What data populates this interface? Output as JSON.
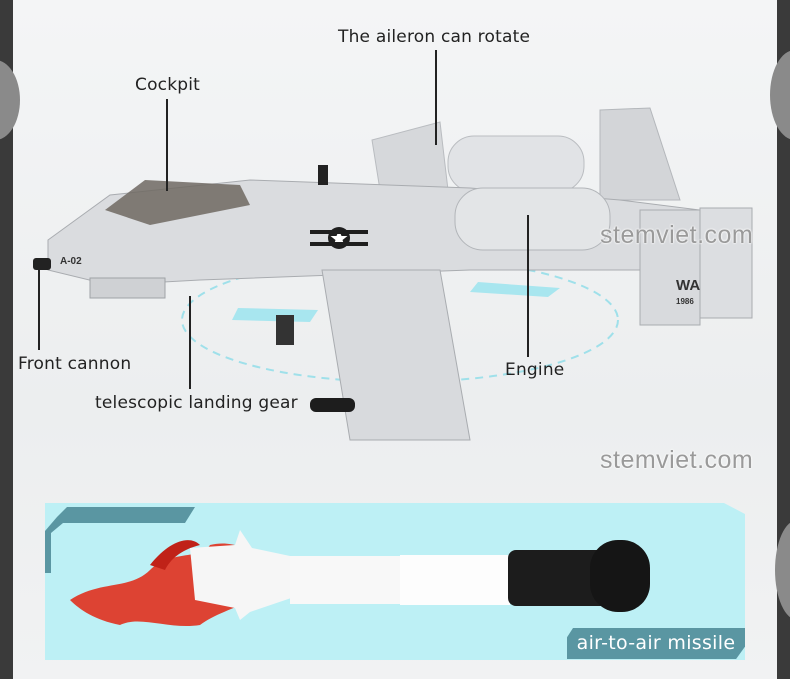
{
  "callouts": {
    "aileron": "The aileron can rotate",
    "cockpit": "Cockpit",
    "front_cannon": "Front cannon",
    "landing_gear": "telescopic landing gear",
    "engine": "Engine"
  },
  "plane_markings": {
    "nose_code": "A-02",
    "tail_code": "WA",
    "tail_year": "1986"
  },
  "watermark": "stemviet.com",
  "missile_label": "air-to-air missile",
  "colors": {
    "panel": "#bdf0f5",
    "accent": "#5a96a2",
    "flame": "#e0301e"
  }
}
